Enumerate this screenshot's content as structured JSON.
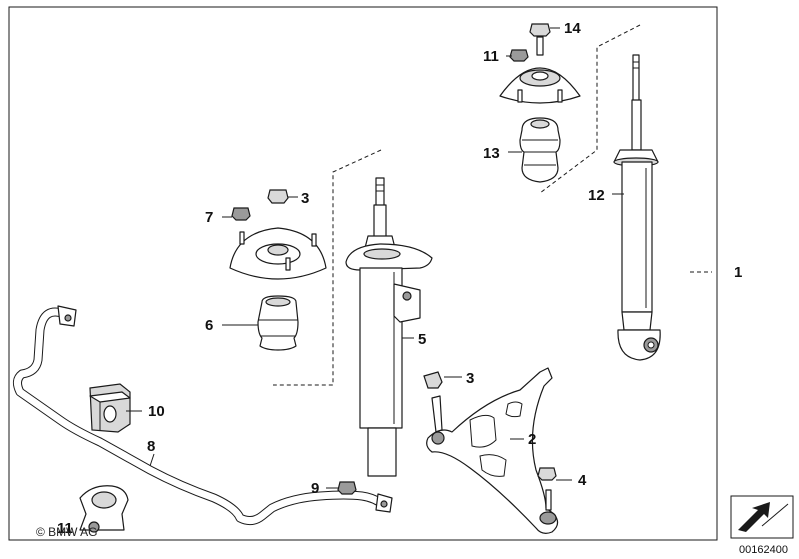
{
  "diagram": {
    "callouts": [
      {
        "id": "c1",
        "text": "1"
      },
      {
        "id": "c2",
        "text": "2"
      },
      {
        "id": "c3a",
        "text": "3"
      },
      {
        "id": "c3b",
        "text": "3"
      },
      {
        "id": "c4",
        "text": "4"
      },
      {
        "id": "c5",
        "text": "5"
      },
      {
        "id": "c6",
        "text": "6"
      },
      {
        "id": "c7",
        "text": "7"
      },
      {
        "id": "c8",
        "text": "8"
      },
      {
        "id": "c9",
        "text": "9"
      },
      {
        "id": "c10",
        "text": "10"
      },
      {
        "id": "c11a",
        "text": "11"
      },
      {
        "id": "c11b",
        "text": "11"
      },
      {
        "id": "c12",
        "text": "12"
      },
      {
        "id": "c13",
        "text": "13"
      },
      {
        "id": "c14",
        "text": "14"
      }
    ],
    "copyright": "© BMW AG",
    "doc_number": "00162400"
  }
}
